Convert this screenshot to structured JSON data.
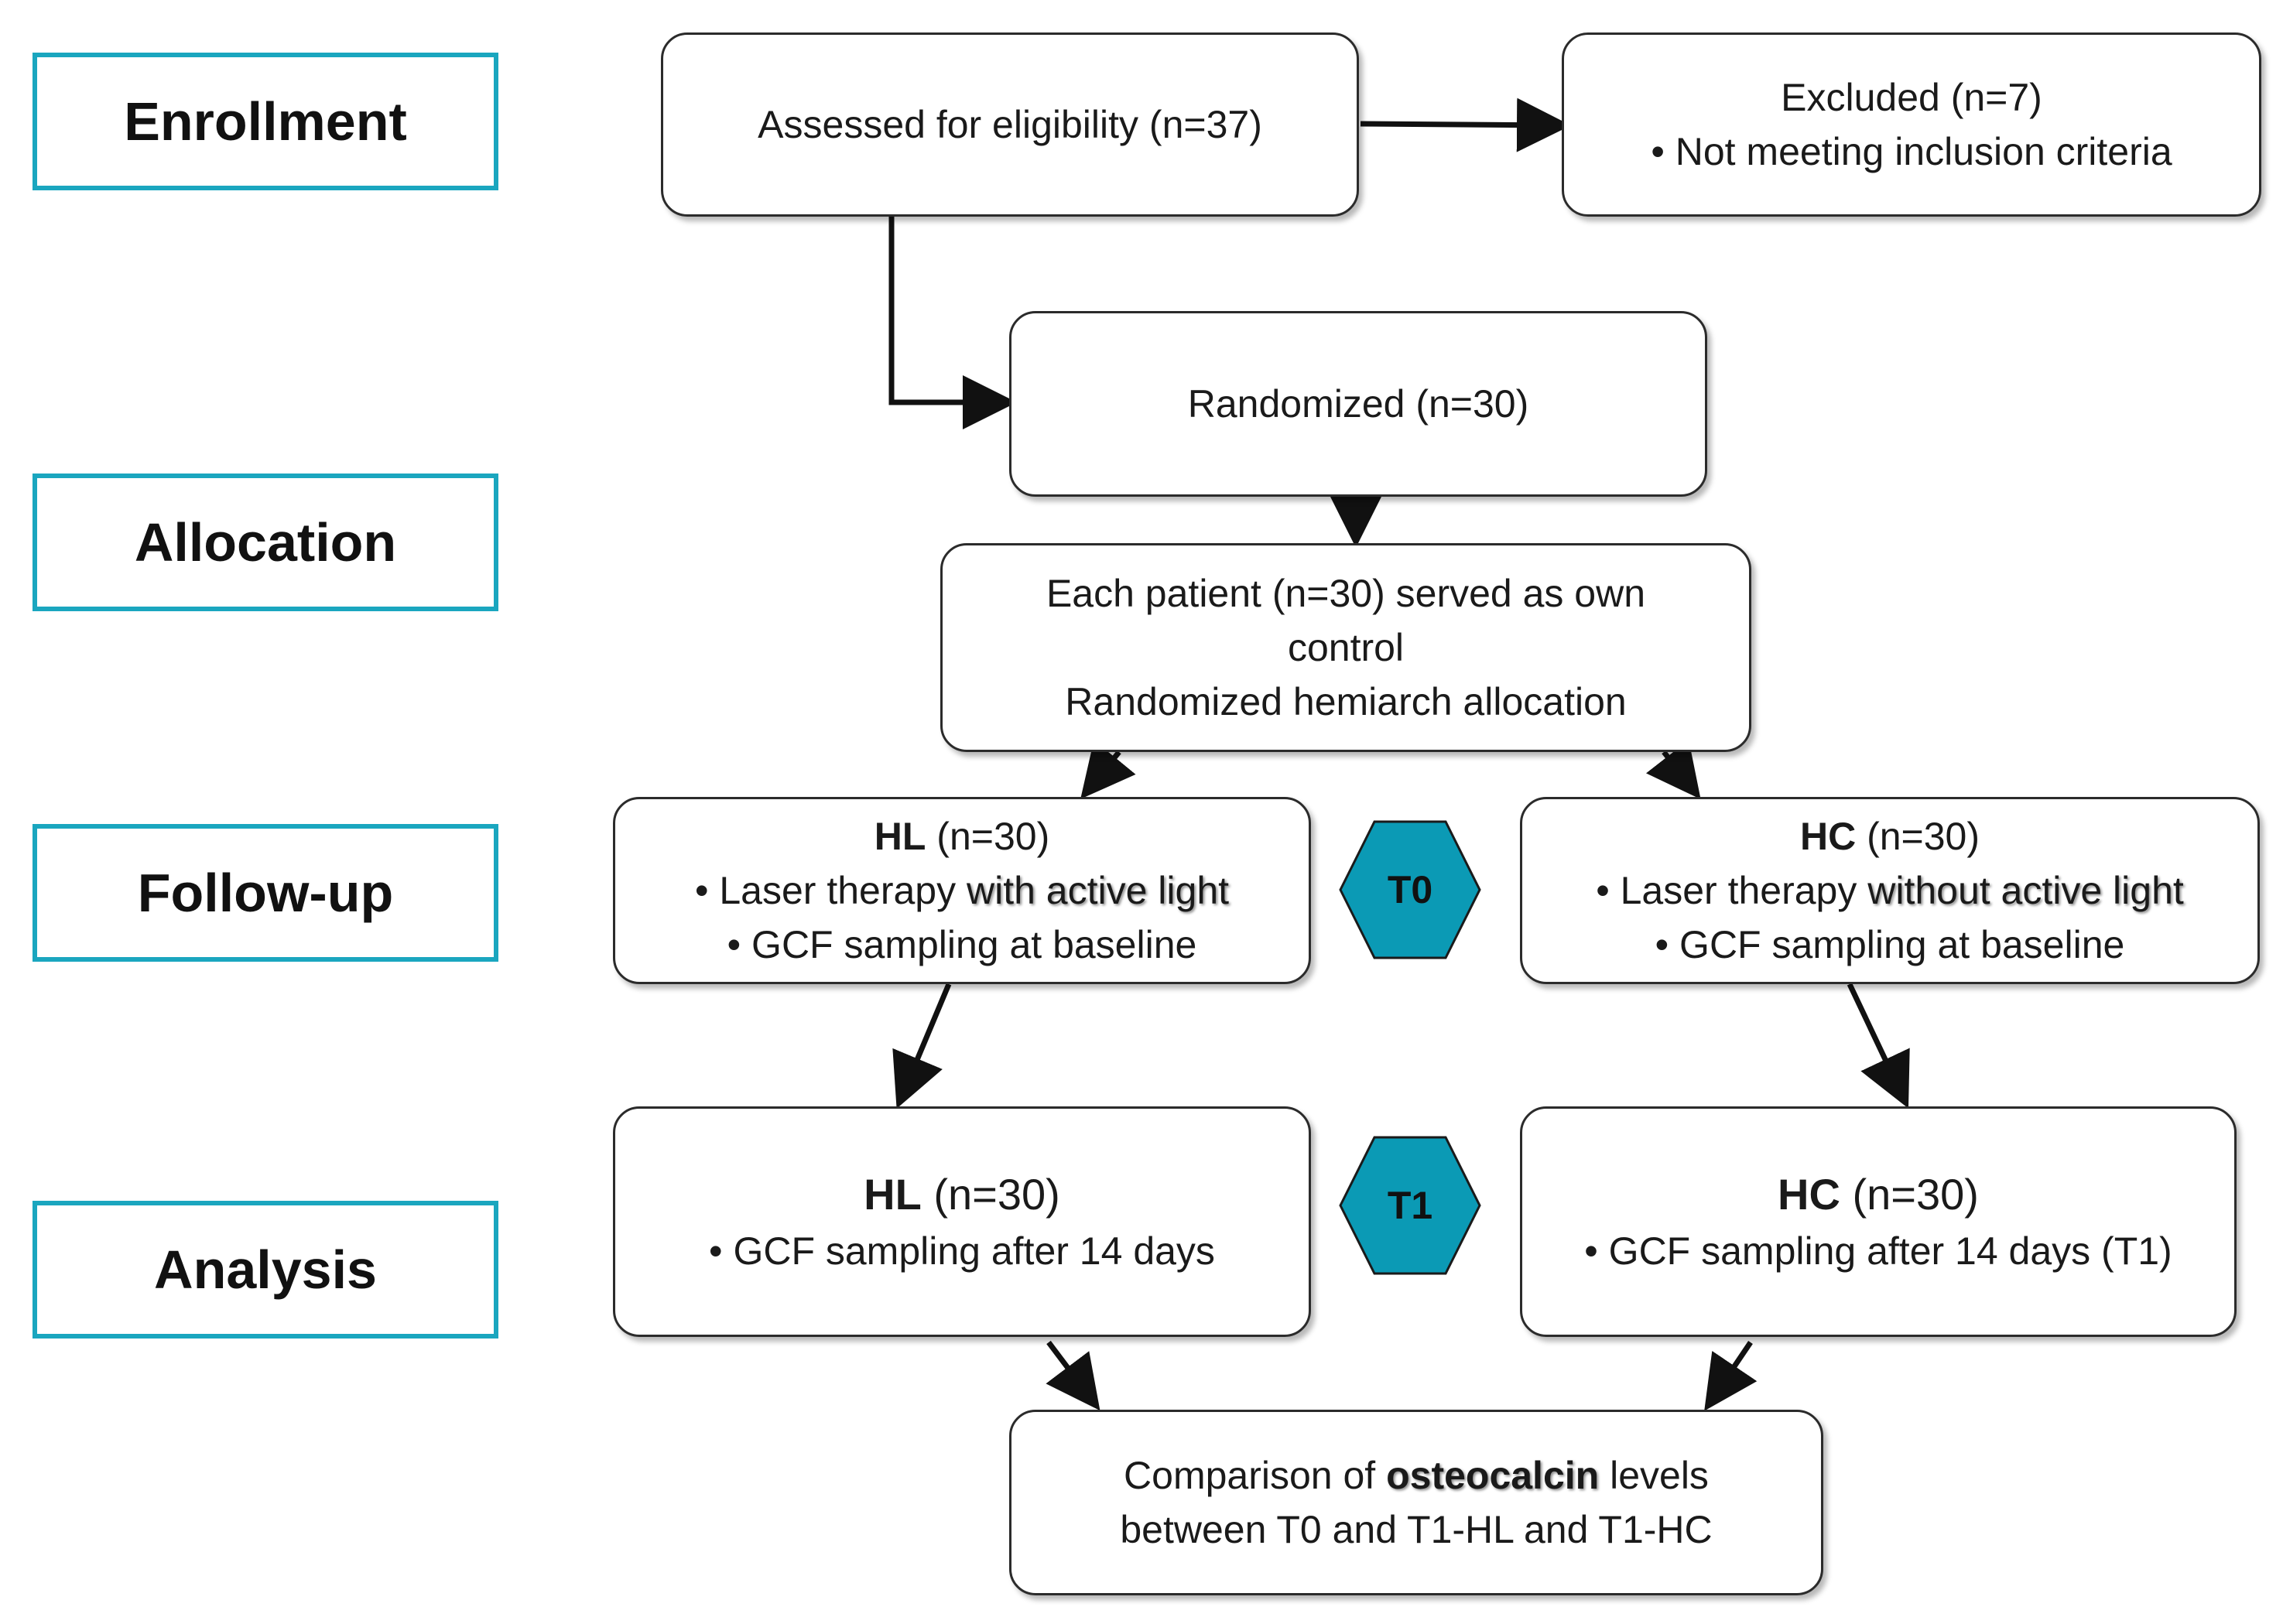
{
  "stages": {
    "enrollment": "Enrollment",
    "allocation": "Allocation",
    "followup": "Follow-up",
    "analysis": "Analysis"
  },
  "boxes": {
    "assessed": "Assessed for eligibility (n=37)",
    "excluded_title": "Excluded (n=7)",
    "excluded_reason": "• Not meeting inclusion criteria",
    "randomized": "Randomized (n=30)",
    "allocation_line1": "Each patient (n=30) served as own",
    "allocation_line2": "control",
    "allocation_line3": "Randomized hemiarch allocation",
    "hl_t0": {
      "group": "HL",
      "n": " (n=30)",
      "therapy_prefix": "• Laser therapy ",
      "therapy_emph": "with active light",
      "sampling": "• GCF sampling at baseline"
    },
    "hc_t0": {
      "group": "HC",
      "n": " (n=30)",
      "therapy_prefix": "• Laser therapy ",
      "therapy_emph": "without active light",
      "sampling": "• GCF sampling at baseline"
    },
    "hl_t1": {
      "group": "HL",
      "n": " (n=30)",
      "sampling": "• GCF sampling after 14 days"
    },
    "hc_t1": {
      "group": "HC",
      "n": " (n=30)",
      "sampling": "• GCF sampling after 14 days (T1)"
    },
    "comparison_prefix": "Comparison of ",
    "comparison_emph": "osteocalcin",
    "comparison_suffix": " levels",
    "comparison_line2": "between T0 and T1-HL and T1-HC"
  },
  "timepoints": {
    "t0": "T0",
    "t1": "T1"
  },
  "colors": {
    "accent": "#1aa6bf",
    "hexagon": "#0b9ab5",
    "border": "#2b2b2b"
  }
}
